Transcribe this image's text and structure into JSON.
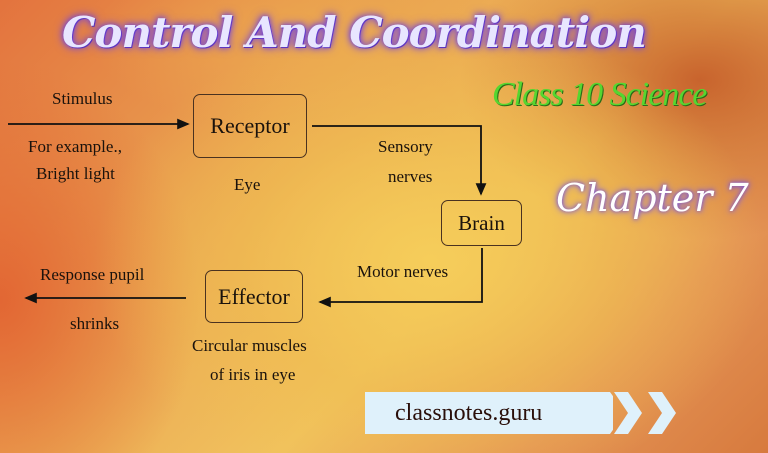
{
  "header": {
    "title": "Control And Coordination",
    "subtitle": "Class 10 Science",
    "chapter": "Chapter 7"
  },
  "diagram": {
    "nodes": {
      "receptor": {
        "label": "Receptor",
        "caption": "Eye"
      },
      "brain": {
        "label": "Brain"
      },
      "effector": {
        "label": "Effector",
        "caption_line1": "Circular muscles",
        "caption_line2": "of iris in eye"
      }
    },
    "edges": {
      "stimulus": {
        "label_top": "Stimulus",
        "label_bottom_1": "For example.,",
        "label_bottom_2": "Bright light"
      },
      "sensory": {
        "label_1": "Sensory",
        "label_2": "nerves"
      },
      "motor": {
        "label": "Motor nerves"
      },
      "response": {
        "label_top": "Response pupil",
        "label_bottom": "shrinks"
      }
    }
  },
  "footer": {
    "site": "classnotes.guru",
    "banner_color": "#dff1fb"
  }
}
